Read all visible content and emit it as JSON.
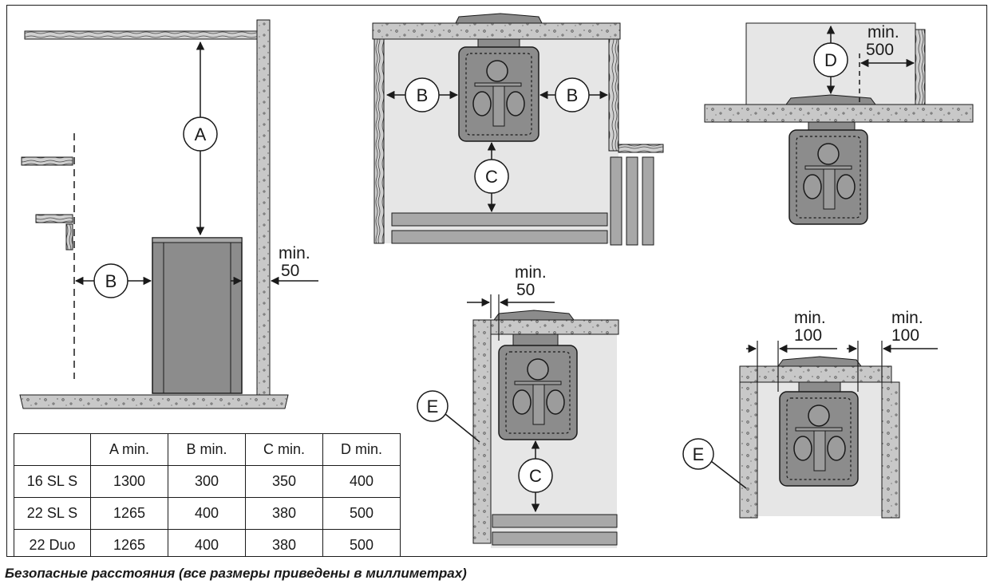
{
  "caption": "Безопасные расстояния (все размеры приведены в миллиметрах)",
  "labels": {
    "min": "min.",
    "min_50": "50",
    "min_100": "100",
    "min_500": "500",
    "A": "A",
    "B": "B",
    "C": "C",
    "D": "D",
    "E": "E"
  },
  "table": {
    "headers": [
      "",
      "A min.",
      "B min.",
      "C min.",
      "D min."
    ],
    "rows": [
      [
        "16 SL S",
        "1300",
        "300",
        "350",
        "400"
      ],
      [
        "22 SL S",
        "1265",
        "400",
        "380",
        "500"
      ],
      [
        "22 Duo",
        "1265",
        "400",
        "380",
        "500"
      ]
    ]
  },
  "colors": {
    "stone": "#c8c8c8",
    "heater": "#8c8c8c",
    "room": "#e6e6e6",
    "line": "#1a1a1a"
  }
}
